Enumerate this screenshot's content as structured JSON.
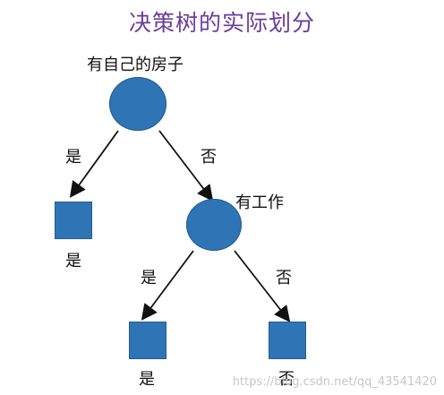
{
  "title": "决策树的实际划分",
  "root": {
    "label": "有自己的房子"
  },
  "root_edges": {
    "left": "是",
    "right": "否"
  },
  "leaf1": {
    "label": "是"
  },
  "node2": {
    "label": "有工作"
  },
  "node2_edges": {
    "left": "是",
    "right": "否"
  },
  "leaf2": {
    "label": "是"
  },
  "leaf3": {
    "label": "否"
  },
  "watermark": "https://blog.csdn.net/qq_43541420",
  "colors": {
    "node": "#2f75b6",
    "title": "#6a3d9a",
    "edge": "#111111"
  }
}
